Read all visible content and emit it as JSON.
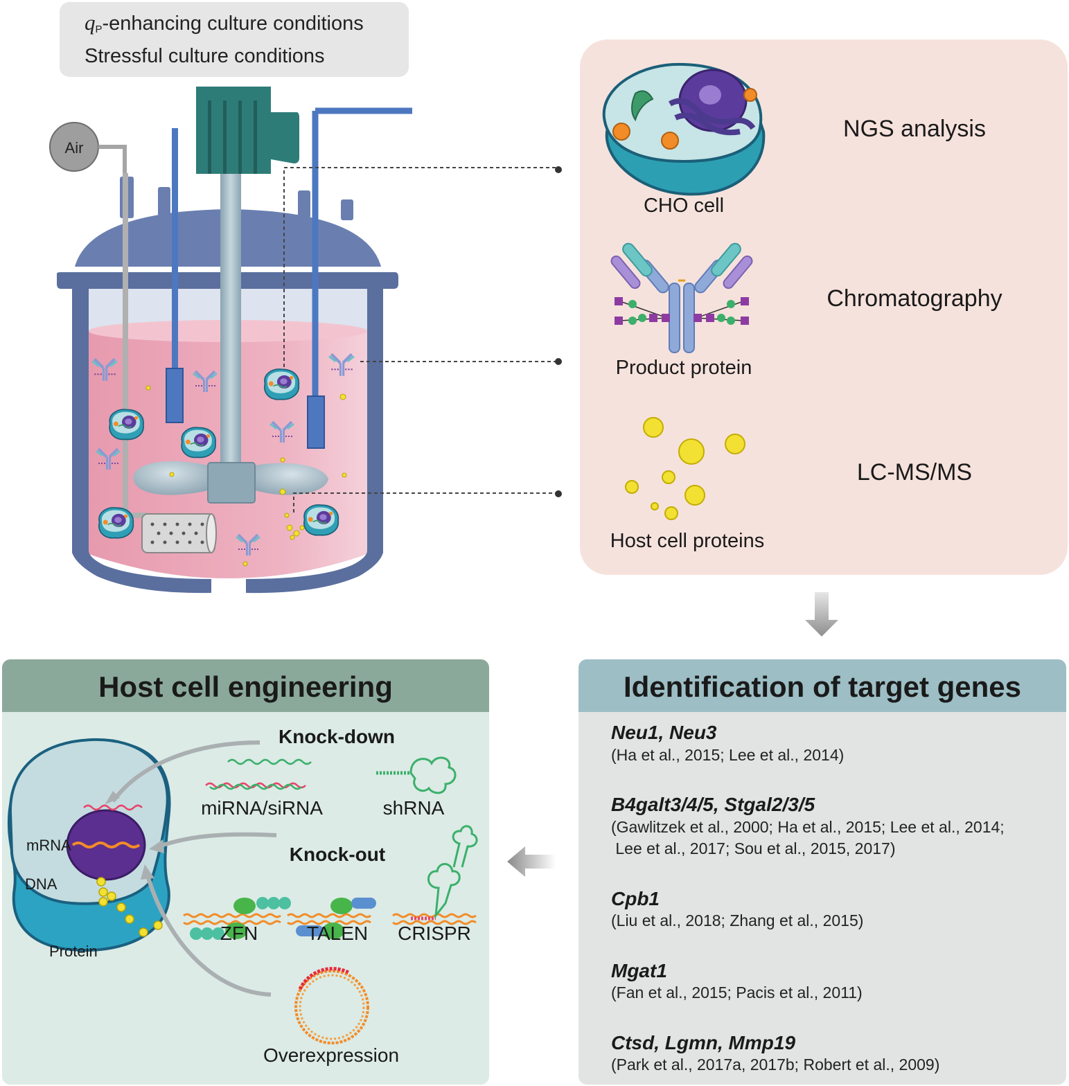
{
  "conditions": {
    "qp_symbol": "q",
    "qp_subscript": "P",
    "line1_rest": "-enhancing culture conditions",
    "line2": "Stressful culture conditions"
  },
  "bioreactor": {
    "air_label": "Air"
  },
  "analysis": {
    "items": [
      {
        "label": "CHO cell",
        "method": "NGS analysis"
      },
      {
        "label": "Product protein",
        "method": "Chromatography"
      },
      {
        "label": "Host cell proteins",
        "method": "LC-MS/MS"
      }
    ]
  },
  "engineering": {
    "title": "Host cell engineering",
    "knockdown": {
      "title": "Knock-down",
      "items": [
        "miRNA/siRNA",
        "shRNA"
      ]
    },
    "knockout": {
      "title": "Knock-out",
      "items": [
        "ZFN",
        "TALEN",
        "CRISPR"
      ]
    },
    "overexpression": "Overexpression",
    "cell_labels": {
      "mrna": "mRNA",
      "dna": "DNA",
      "protein": "Protein"
    }
  },
  "targets": {
    "title": "Identification of target genes",
    "entries": [
      {
        "genes": "Neu1, Neu3",
        "refs": "(Ha et al., 2015; Lee et al., 2014)"
      },
      {
        "genes": "B4galt3/4/5, Stgal2/3/5",
        "refs": "(Gawlitzek et al., 2000; Ha et al., 2015; Lee et al., 2014;\n Lee et al., 2017; Sou et al., 2015, 2017)"
      },
      {
        "genes": "Cpb1",
        "refs": "(Liu et al., 2018; Zhang et al., 2015)"
      },
      {
        "genes": "Mgat1",
        "refs": "(Fan et al., 2015; Pacis et al., 2011)"
      },
      {
        "genes": "Ctsd, Lgmn, Mmp19",
        "refs": "(Park et al., 2017a, 2017b; Robert et al., 2009)"
      }
    ]
  },
  "colors": {
    "reactor_frame": "#5a6f9e",
    "culture_medium": "#e8a4b4",
    "motor": "#2e7c78",
    "analysis_bg": "#f6e2dc",
    "engineering_header": "#8ba99b",
    "targets_header": "#9dbec5"
  }
}
